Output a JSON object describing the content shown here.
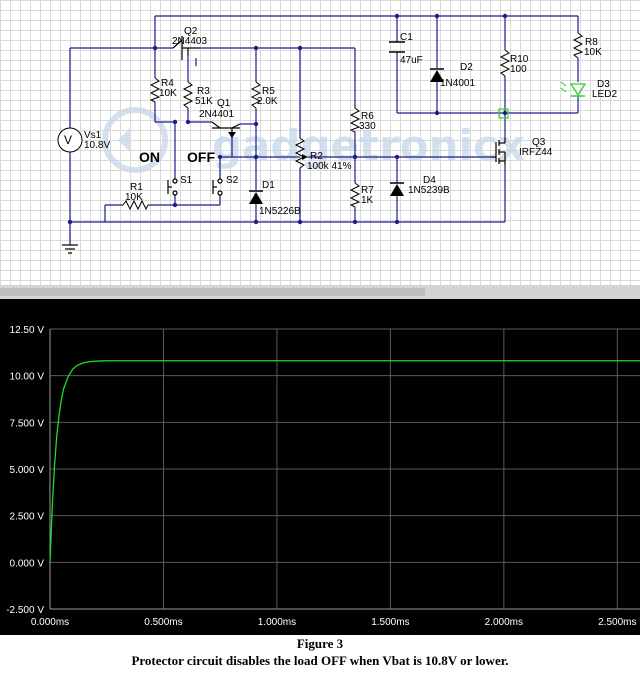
{
  "watermark": "gadgetronicx",
  "schematic": {
    "switch_on_label": "ON",
    "switch_off_label": "OFF",
    "components": {
      "vs1": {
        "ref": "Vs1",
        "value": "10.8V"
      },
      "q2": {
        "ref": "Q2",
        "value": "2N4403"
      },
      "r4": {
        "ref": "R4",
        "value": "10K"
      },
      "r3": {
        "ref": "R3",
        "value": "51K"
      },
      "q1": {
        "ref": "Q1",
        "value": "2N4401"
      },
      "r5": {
        "ref": "R5",
        "value": "2.0K"
      },
      "s1": {
        "ref": "S1"
      },
      "s2": {
        "ref": "S2"
      },
      "r1": {
        "ref": "R1",
        "value": "10K"
      },
      "d1": {
        "ref": "D1",
        "value": "1N5226B"
      },
      "r2": {
        "ref": "R2",
        "value": "100k 41%"
      },
      "c1": {
        "ref": "C1",
        "value": "47uF"
      },
      "r6": {
        "ref": "R6",
        "value": "330"
      },
      "r7": {
        "ref": "R7",
        "value": "1K"
      },
      "d2": {
        "ref": "D2",
        "value": "1N4001"
      },
      "d4": {
        "ref": "D4",
        "value": "1N5239B"
      },
      "r10": {
        "ref": "R10",
        "value": "100"
      },
      "q3": {
        "ref": "Q3",
        "value": "IRFZ44"
      },
      "r8": {
        "ref": "R8",
        "value": "10K"
      },
      "d3": {
        "ref": "D3",
        "value": "LED2"
      }
    }
  },
  "colors": {
    "wire": "#1c1c8c",
    "trace": "#22dd22",
    "led": "#33cc33"
  },
  "chart_data": {
    "type": "line",
    "title": "",
    "xlabel": "",
    "ylabel": "",
    "x_ticks": [
      "0.000ms",
      "0.500ms",
      "1.000ms",
      "1.500ms",
      "2.000ms",
      "2.500ms"
    ],
    "y_ticks": [
      "12.50 V",
      "10.00 V",
      "7.500 V",
      "5.000 V",
      "2.500 V",
      "0.000 V",
      "-2.500 V"
    ],
    "xlim": [
      0,
      2.6
    ],
    "ylim": [
      -2.5,
      12.5
    ],
    "grid": true,
    "series": [
      {
        "color": "#22dd22",
        "x": [
          0,
          0.01,
          0.02,
          0.03,
          0.04,
          0.05,
          0.06,
          0.08,
          0.1,
          0.12,
          0.15,
          0.18,
          0.22,
          0.26,
          0.3,
          0.5,
          1.0,
          1.5,
          2.0,
          2.6
        ],
        "values": [
          0,
          3.0,
          5.2,
          6.8,
          7.9,
          8.7,
          9.3,
          9.95,
          10.35,
          10.55,
          10.7,
          10.76,
          10.79,
          10.8,
          10.8,
          10.8,
          10.8,
          10.8,
          10.8,
          10.8
        ]
      }
    ]
  },
  "caption": {
    "figure": "Figure 3",
    "text": "Protector circuit disables the load OFF when Vbat is 10.8V or lower."
  }
}
